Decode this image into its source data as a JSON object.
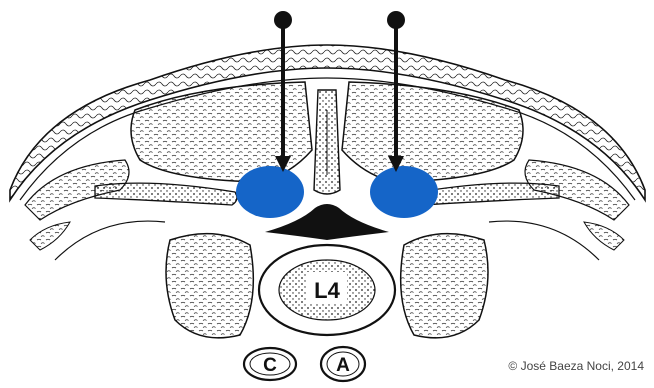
{
  "labels": {
    "vertebra": "L4",
    "vessel_left": "C",
    "vessel_right": "A"
  },
  "copyright": "© José Baeza Noci, 2014",
  "colors": {
    "background": "#ffffff",
    "outline": "#111111",
    "injection_target": "#1565c8",
    "needle": "#111111"
  }
}
